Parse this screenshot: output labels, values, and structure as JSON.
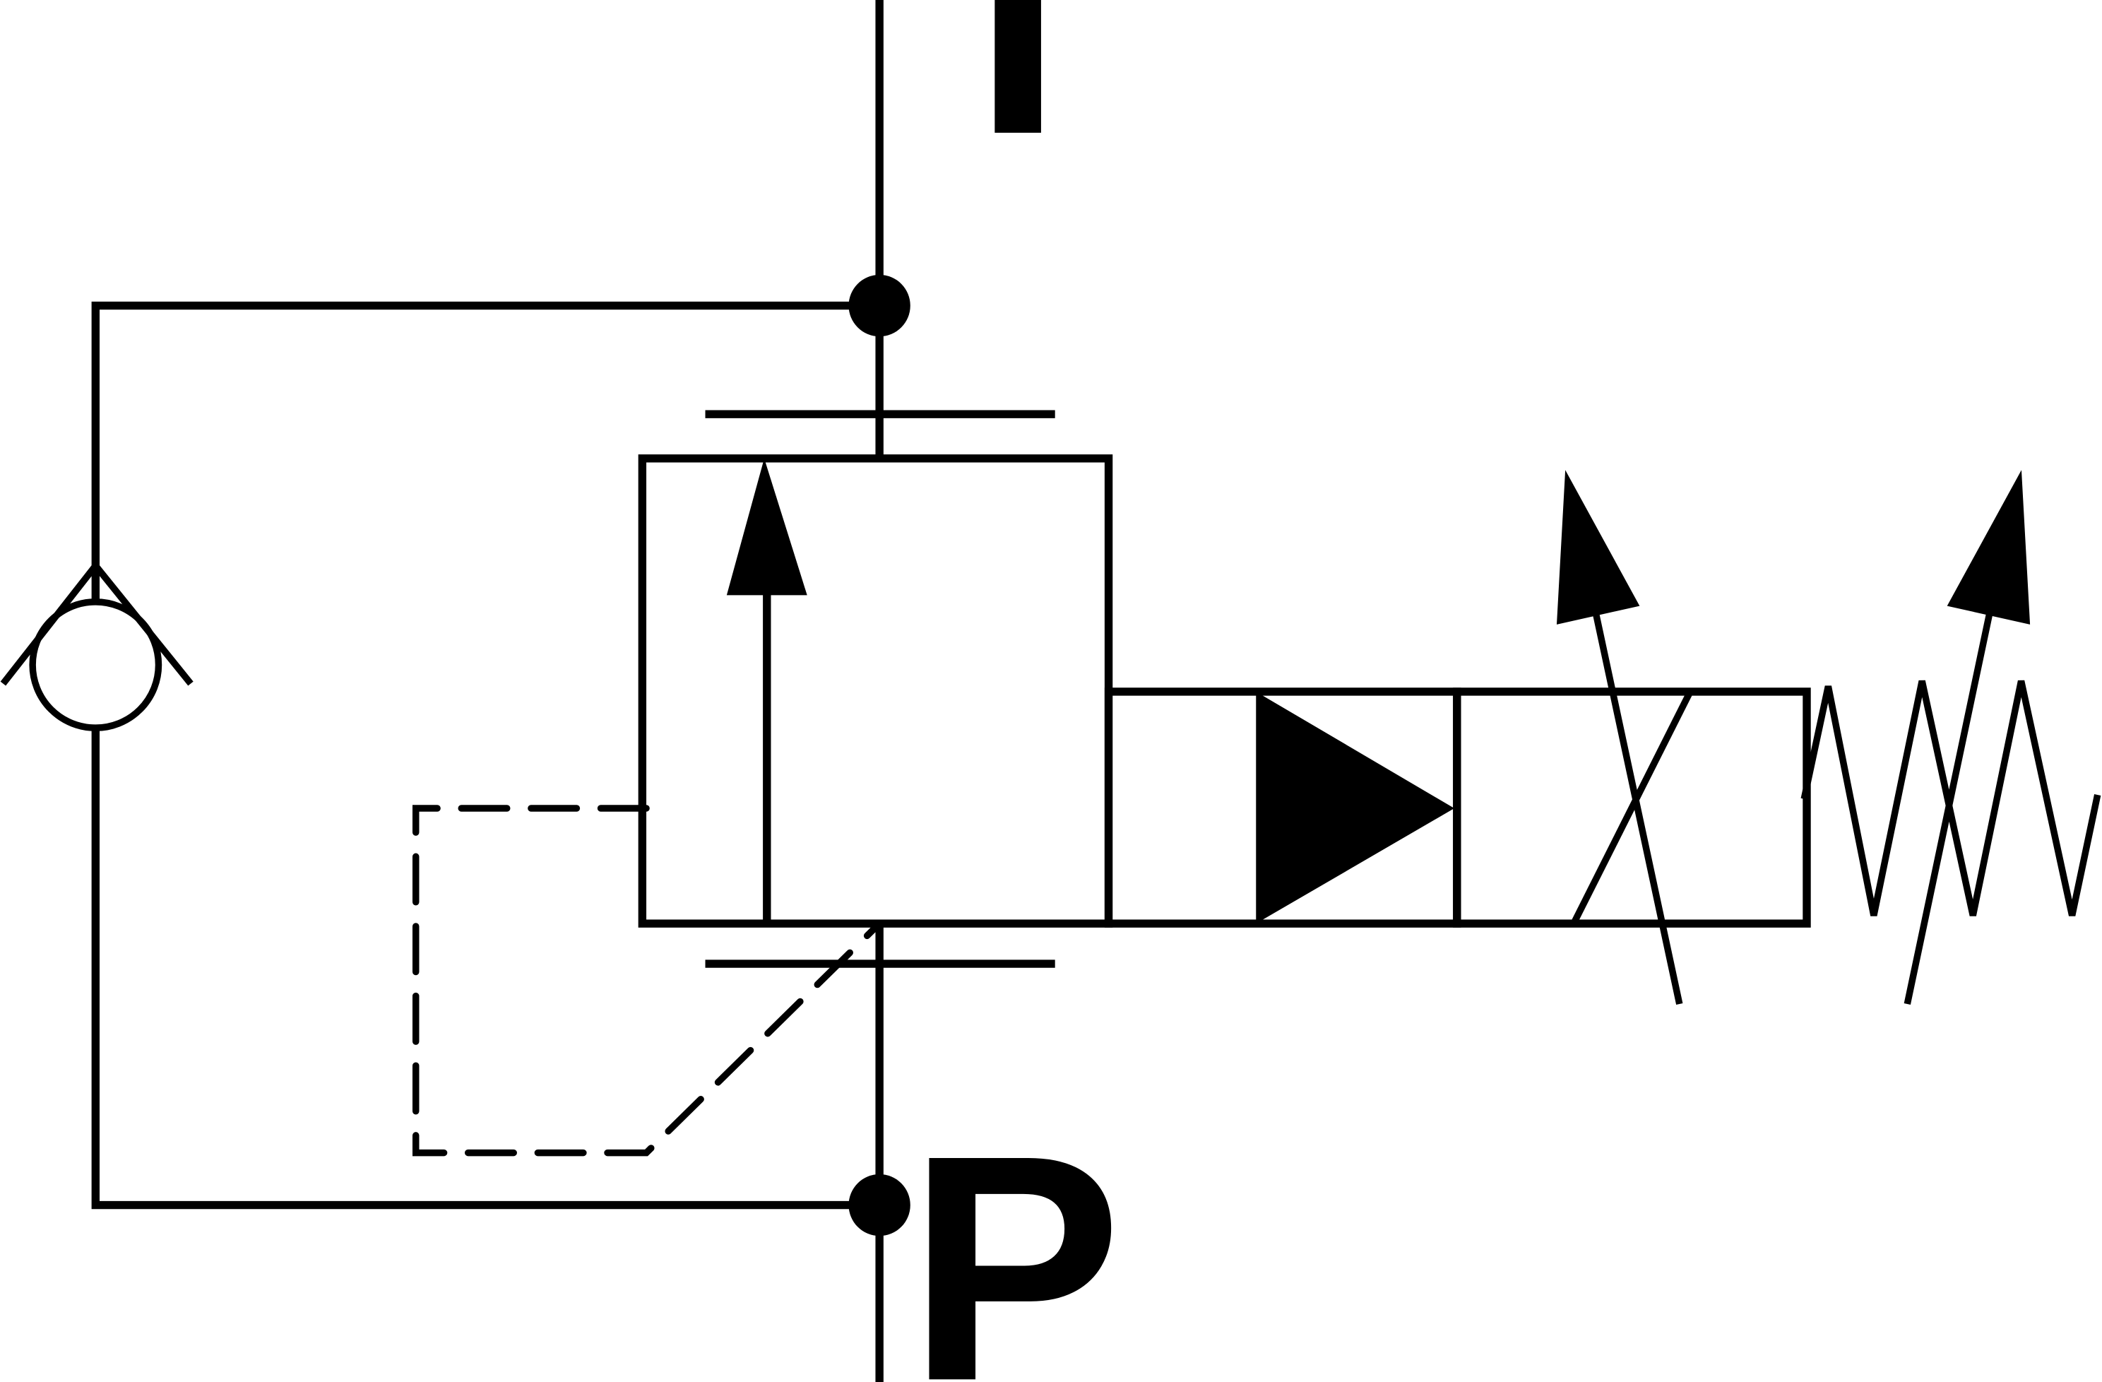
{
  "diagram": {
    "ports": {
      "tank_label": "T",
      "pressure_label": "P"
    },
    "symbol_components": [
      "check-valve",
      "main-valve-body",
      "proportional-solenoid",
      "adjustable-spring",
      "pilot-line"
    ],
    "colors": {
      "stroke": "#000000",
      "background": "#ffffff"
    }
  }
}
